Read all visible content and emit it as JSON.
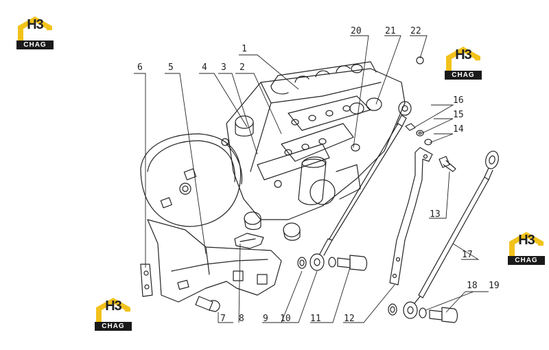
{
  "watermark": {
    "brand": "H3",
    "sub": "CHAG"
  },
  "colors": {
    "line": "#222222",
    "logo_yellow": "#f2c21a",
    "logo_dark": "#1a1a1a"
  },
  "callouts": [
    {
      "id": "1",
      "label": "1"
    },
    {
      "id": "2",
      "label": "2"
    },
    {
      "id": "3",
      "label": "3"
    },
    {
      "id": "4",
      "label": "4"
    },
    {
      "id": "5",
      "label": "5"
    },
    {
      "id": "6",
      "label": "6"
    },
    {
      "id": "7",
      "label": "7"
    },
    {
      "id": "8",
      "label": "8"
    },
    {
      "id": "9",
      "label": "9"
    },
    {
      "id": "10",
      "label": "10"
    },
    {
      "id": "11",
      "label": "11"
    },
    {
      "id": "12",
      "label": "12"
    },
    {
      "id": "13",
      "label": "13"
    },
    {
      "id": "14",
      "label": "14"
    },
    {
      "id": "15",
      "label": "15"
    },
    {
      "id": "16",
      "label": "16"
    },
    {
      "id": "17",
      "label": "17"
    },
    {
      "id": "18",
      "label": "18"
    },
    {
      "id": "19",
      "label": "19"
    },
    {
      "id": "20",
      "label": "20"
    },
    {
      "id": "21",
      "label": "21"
    },
    {
      "id": "22",
      "label": "22"
    }
  ]
}
